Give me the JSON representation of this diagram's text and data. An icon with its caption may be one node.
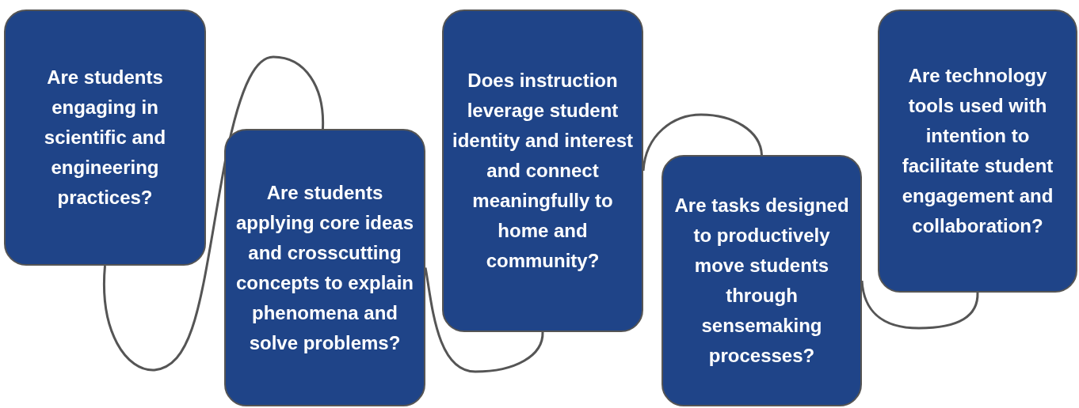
{
  "diagram": {
    "nodes": [
      {
        "text": [
          "Are students engaging in scientific and engineering practices?"
        ]
      },
      {
        "text": [
          "Are students applying core ideas and crosscutting concepts to explain phenomena and solve problems?"
        ]
      },
      {
        "text": [
          "Does instruction leverage student identity and interest and connect meaningfully to home and community?"
        ]
      },
      {
        "text": [
          "Are tasks designed to productively move students through sensemaking processes?"
        ]
      },
      {
        "text": [
          "Are technology tools used with intention to facilitate student engagement and collaboration?"
        ]
      }
    ],
    "edges": [
      {
        "from": 0,
        "to": 1,
        "arrow": "none",
        "color": "#555555"
      },
      {
        "from": 1,
        "to": 2,
        "arrow": "none",
        "color": "#555555"
      },
      {
        "from": 2,
        "to": 3,
        "arrow": "none",
        "color": "#555555"
      },
      {
        "from": 3,
        "to": 4,
        "arrow": "none",
        "color": "#555555"
      }
    ]
  }
}
